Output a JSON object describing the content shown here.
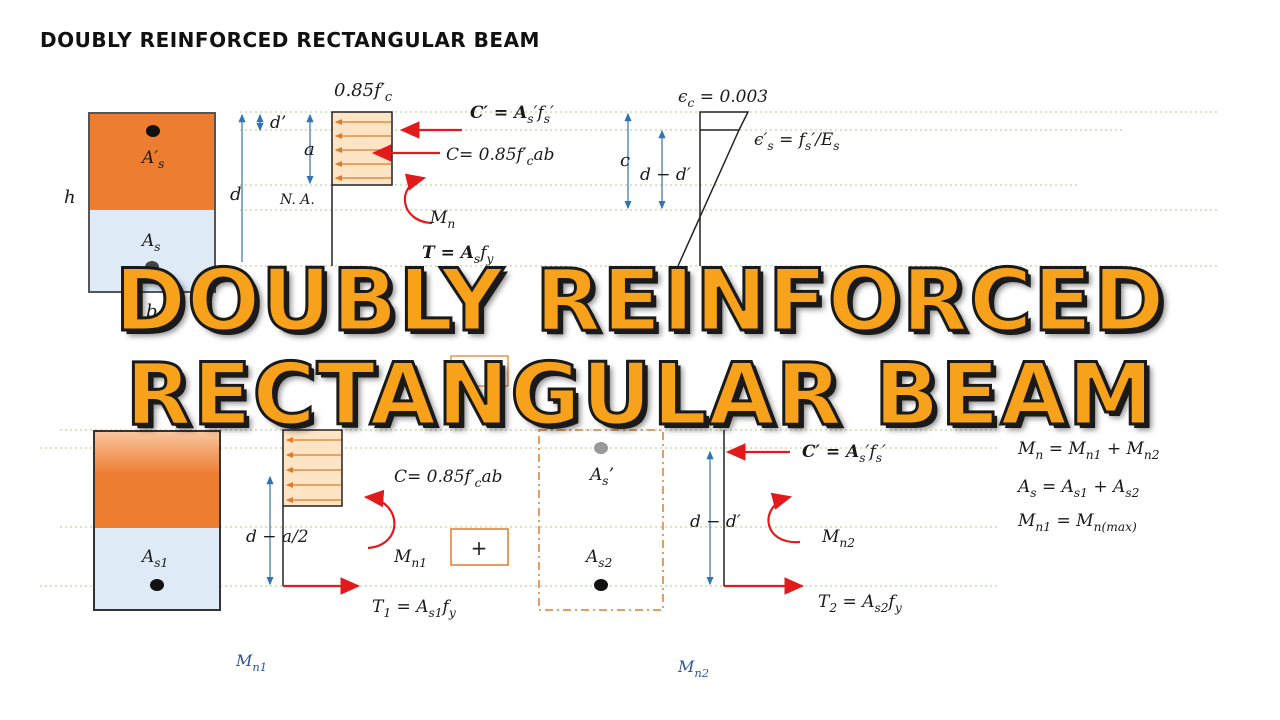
{
  "page_title": "DOUBLY REINFORCED RECTANGULAR BEAM",
  "banner": {
    "line1": "DOUBLY REINFORCED",
    "line2": "RECTANGULAR BEAM"
  },
  "top_section": {
    "section_labels": {
      "h": "h",
      "b": "b",
      "As_prime": "A′",
      "As_prime_sub": "s",
      "As": "A",
      "As_sub": "s"
    },
    "dims": {
      "d_prime": "d’",
      "d": "d",
      "a": "a",
      "na": "N. A.",
      "c": "c",
      "d_minus_dprime": "d − d′"
    },
    "stress_label": "0.85f′",
    "stress_label_sub": "c",
    "forces": {
      "c_prime": "C′ = A",
      "c_prime_tail": "′f",
      "c_prime_end": "′",
      "c": "C= 0.85f′",
      "c_tail": "ab",
      "t": "T = A",
      "t_tail": "f",
      "mn": "M",
      "mn_sub": "n"
    },
    "strain": {
      "ec": "ϵ",
      "ec_sub": "c",
      "ec_val": " = 0.003",
      "esp": "ϵ′",
      "esp_sub": "s",
      "esp_val": " = f",
      "esp_tail": "′/E"
    }
  },
  "bottom_section": {
    "left_beam": {
      "label": "A",
      "label_sub": "s1"
    },
    "dims": {
      "d_minus_a2": "d − a/2",
      "d_minus_dprime": "d − d′"
    },
    "forces": {
      "c": "C= 0.85f′",
      "c_tail": "ab",
      "t1": "T",
      "t1_sub": "1",
      "t1_val": " = A",
      "t1_tail_sub": "s1",
      "t1_end": "f",
      "mn1": "M",
      "mn1_sub": "n1",
      "c_prime": "C′ = A",
      "c_prime_tail": "′f",
      "t2": "T",
      "t2_sub": "2",
      "t2_val": " = A",
      "t2_tail_sub": "s2",
      "t2_end": "f",
      "mn2": "M",
      "mn2_sub": "n2"
    },
    "plus": "+",
    "middle_beam": {
      "as_prime": "A",
      "as_prime_sub": "s",
      "as_prime_tail": "’",
      "as2": "A",
      "as2_sub": "s2"
    },
    "captions": {
      "mn1": "M",
      "mn1_sub": "n1",
      "mn2": "M",
      "mn2_sub": "n2"
    }
  },
  "equations": [
    {
      "lhs": "M",
      "lhs_sub": "n",
      "rhs": " = M",
      "r1_sub": "n1",
      "plus": " + M",
      "r2_sub": "n2"
    },
    {
      "lhs": "A",
      "lhs_sub": "s",
      "rhs": " = A",
      "r1_sub": "s1",
      "plus": " + A",
      "r2_sub": "s2"
    },
    {
      "lhs": "M",
      "lhs_sub": "n1",
      "rhs": " = M",
      "r1_sub": "n(max)"
    }
  ],
  "colors": {
    "concrete_orange": "#ed7d31",
    "steel_blue": "#deebf7",
    "arrow_red": "#e31a1c",
    "dim_blue": "#2e75b6",
    "stress_fill": "#fce4c4",
    "banner": "#f7a21a",
    "guide_green": "#a9c98a"
  }
}
